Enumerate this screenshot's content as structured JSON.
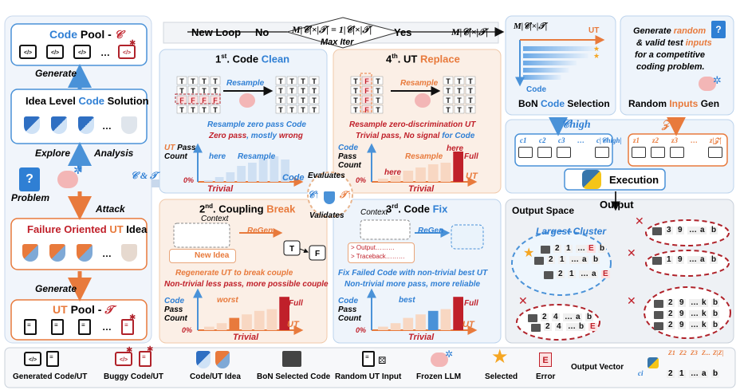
{
  "left_panel": {
    "code_pool_prefix": "Code",
    "code_pool_suffix": "Pool -",
    "code_pool_symbol": "𝒞",
    "generate_1": "Generate",
    "idea_prefix": "Idea Level",
    "idea_code": "Code",
    "idea_suffix": "Solution",
    "explore": "Explore",
    "analysis": "Analysis",
    "problem": "Problem",
    "attack": "Attack",
    "failure_prefix": "Failure Oriented",
    "failure_ut": "UT",
    "failure_suffix": "Idea",
    "generate_2": "Generate",
    "ut_pool_prefix": "UT",
    "ut_pool_suffix": "Pool -",
    "ut_pool_symbol": "𝒯",
    "ct_label": "𝒞 & 𝒯",
    "ellipsis": "…"
  },
  "top_loop": {
    "new_loop": "New Loop",
    "no": "No",
    "yes": "Yes",
    "cond": "M|𝒞|×|𝒯| = 1|𝒞|×|𝒯|",
    "max_iter": "Max Iter",
    "m_out": "M|𝒞|×|𝒯|"
  },
  "code_clean": {
    "title_num": "1",
    "title_sup": "st",
    "title_mid": ". Code",
    "title_word": "Clean",
    "resample": "Resample",
    "caption1": "Resample zero pass Code",
    "caption2_a": "Zero pass",
    "caption2_b": ", mostly",
    "caption2_c": "wrong",
    "ylabel_a": "UT",
    "ylabel_b": "Pass",
    "ylabel_c": "Count",
    "here": "here",
    "resample_chart": "Resample",
    "x_right": "Code",
    "x_left": "Trivial",
    "zero": "0%"
  },
  "ut_replace": {
    "title_num": "4",
    "title_sup": "th",
    "title_mid": ". UT",
    "title_word": "Replace",
    "resample": "Resample",
    "caption1": "Resample zero-discrimination UT",
    "caption2_a": "Trivial",
    "caption2_b": "pass,",
    "caption2_c": "No signal",
    "caption2_d": "for Code",
    "ylabel_a": "Code",
    "ylabel_b": "Pass",
    "ylabel_c": "Count",
    "here_top": "here",
    "here_bottom": "here",
    "resample_chart": "Resample",
    "full": "Full",
    "x_right": "UT",
    "x_left": "Trivial",
    "zero": "0%"
  },
  "center": {
    "evaluates": "Evaluates",
    "validates": "Validates",
    "c_up": "𝒞↑",
    "t_up": "𝒯↑"
  },
  "coupling_break": {
    "title_num": "2",
    "title_sup": "nd",
    "title_mid": ". Coupling",
    "title_word": "Break",
    "context": "Context",
    "regen": "ReGen",
    "new_idea": "New Idea",
    "caption1": "Regenerate UT to break couple",
    "caption2": "Non-trivial less pass, more possible couple",
    "ylabel_a": "Code",
    "ylabel_b": "Pass",
    "ylabel_c": "Count",
    "worst": "worst",
    "full": "Full",
    "x_right": "UT",
    "x_left": "Trivial",
    "zero": "0%"
  },
  "code_fix": {
    "title_num": "3",
    "title_sup": "rd",
    "title_mid": ". Code",
    "title_word": "Fix",
    "context": "Context",
    "regen": "ReGen",
    "output_line": "> Output………",
    "trace_line": "> Traceback………",
    "caption1": "Fix Failed Code with non-trivial best UT",
    "caption2": "Non-trivial more pass, more reliable",
    "ylabel_a": "Code",
    "ylabel_b": "Pass",
    "ylabel_c": "Count",
    "best": "best",
    "full": "Full",
    "x_right": "UT",
    "x_left": "Trivial",
    "zero": "0%"
  },
  "right_top": {
    "matrix_label": "M|𝒞|×|𝒯|",
    "ut_label": "UT",
    "code_label": "Code",
    "bon_a": "BoN",
    "bon_b": "Code",
    "bon_c": "Selection",
    "gen_line1_a": "Generate",
    "gen_line1_b": "random",
    "gen_line2_a": "& valid test",
    "gen_line2_b": "inputs",
    "gen_line3": "for a competitive",
    "gen_line4": "coding problem.",
    "rig_a": "Random",
    "rig_b": "Inputs",
    "rig_c": "Gen",
    "c_high": "𝒞high",
    "z_set": "𝒵",
    "c_items": [
      "c1",
      "c2",
      "c3",
      "…",
      "c|𝒞high|"
    ],
    "z_items": [
      "z1",
      "z2",
      "z3",
      "…",
      "z|𝒵|"
    ],
    "execution": "Execution",
    "output": "Output"
  },
  "output_space": {
    "title": "Output Space",
    "largest_cluster": "Largest Cluster",
    "rows": [
      {
        "cells": [
          "2",
          "1",
          "…",
          "E",
          "b"
        ]
      },
      {
        "cells": [
          "2",
          "1",
          "…",
          "a",
          "b"
        ]
      },
      {
        "cells": [
          "2",
          "1",
          "…",
          "a",
          "E"
        ]
      },
      {
        "cells": [
          "3",
          "9",
          "…",
          "a",
          "b"
        ]
      },
      {
        "cells": [
          "1",
          "9",
          "…",
          "a",
          "b"
        ]
      },
      {
        "cells": [
          "2",
          "4",
          "…",
          "a",
          "b"
        ]
      },
      {
        "cells": [
          "2",
          "4",
          "…",
          "b",
          "E"
        ]
      },
      {
        "cells": [
          "2",
          "9",
          "…",
          "k",
          "b"
        ]
      },
      {
        "cells": [
          "2",
          "9",
          "…",
          "k",
          "b"
        ]
      },
      {
        "cells": [
          "2",
          "9",
          "…",
          "k",
          "b"
        ]
      }
    ],
    "cross": "✕"
  },
  "legend": {
    "generated": "Generated Code/UT",
    "buggy": "Buggy Code/UT",
    "idea": "Code/UT Idea",
    "bon": "BoN Selected Code",
    "random_ut": "Random UT Input",
    "frozen": "Frozen LLM",
    "selected": "Selected",
    "error_glyph": "E",
    "error": "Error",
    "output_vector": "Output Vector",
    "ov_z": [
      "Z1",
      "Z2",
      "Z3",
      "Z...",
      "Z|Z|"
    ],
    "ov_ci": "ci",
    "ov_cells": [
      "2",
      "1",
      "…",
      "a",
      "b"
    ]
  },
  "matrix_t": "T",
  "matrix_f": "F",
  "colors": {
    "blue": "#2f7fd4",
    "light_blue_bg": "#eaf3fb",
    "orange": "#e87a3c",
    "orange_bg": "#fdf0e6",
    "red": "#c0202a",
    "dark_red": "#9a1820",
    "grey_panel": "#eef1f5"
  }
}
